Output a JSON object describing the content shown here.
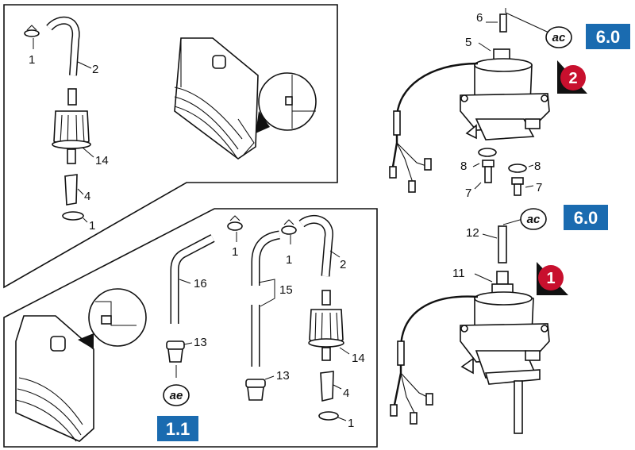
{
  "colors": {
    "badge_blue": "#1a6bb0",
    "step_red": "#c8102e",
    "ink": "#111111"
  },
  "callouts": {
    "c1a": "1",
    "c2a": "2",
    "c14a": "14",
    "c4a": "4",
    "c1b": "1",
    "c6": "6",
    "c5": "5",
    "c8a": "8",
    "c8b": "8",
    "c7a": "7",
    "c7b": "7",
    "c12": "12",
    "c11": "11",
    "c1c": "1",
    "c16": "16",
    "c13a": "13",
    "c1d": "1",
    "c2b": "2",
    "c15": "15",
    "c14b": "14",
    "c13b": "13",
    "c4b": "4",
    "c1e": "1"
  },
  "badges": {
    "top": "6.0",
    "middle": "6.0",
    "bottom": "1.1"
  },
  "ovals": {
    "top": "ac",
    "middle": "ac",
    "bottom": "ae"
  },
  "steps": {
    "upper": "2",
    "lower": "1"
  },
  "icons": [
    "hose-clamp-icon",
    "hose-icon",
    "fuel-filter-icon",
    "tank-icon",
    "fuel-pump-icon",
    "magnifier-detail-icon",
    "step-marker-icon"
  ]
}
